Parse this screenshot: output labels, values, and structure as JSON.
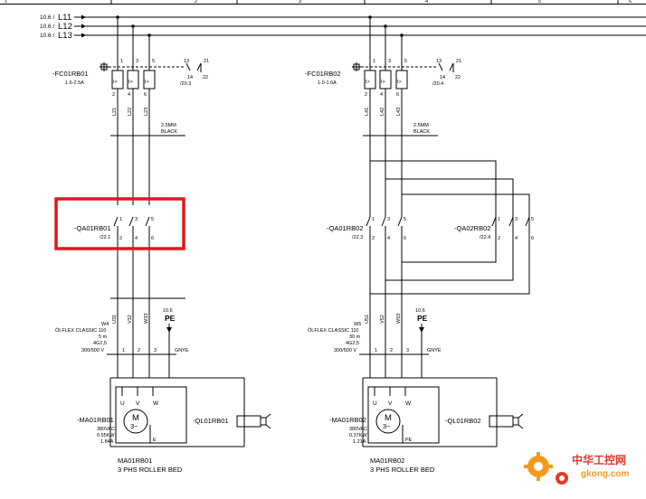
{
  "header_columns": [
    "1",
    "2",
    "3",
    "4",
    "5",
    "6"
  ],
  "supply": {
    "lines": [
      {
        "ref": "10.6 /",
        "label": "L11"
      },
      {
        "ref": "10.6 /",
        "label": "L12"
      },
      {
        "ref": "10.6 /",
        "label": "L13"
      }
    ]
  },
  "circuit1": {
    "breaker": {
      "name": "-FC01RB01",
      "rating": "1.6-2.5A",
      "aux_top": [
        "13",
        "21"
      ],
      "aux_bottom": [
        "14",
        "22"
      ],
      "aux_ref": "/20.3"
    },
    "breaker_terminals_top": [
      "1",
      "3",
      "5"
    ],
    "breaker_terminals_bottom": [
      "2",
      "4",
      "6"
    ],
    "trip_symbols": [
      "I>",
      "I>",
      "I>"
    ],
    "wires_upper": [
      "L21",
      "L22",
      "L23"
    ],
    "cable_note": [
      "2.5MM",
      "BLACK"
    ],
    "contactor": {
      "name": "-QA01RB01",
      "ref": "/22.1",
      "top": [
        "1",
        "3",
        "5"
      ],
      "bottom": [
        "2",
        "4",
        "6"
      ]
    },
    "wires_lower": [
      "U31",
      "V32",
      "W33"
    ],
    "pe": {
      "ref": "10.6",
      "label": "PE"
    },
    "cable": {
      "id": "W4",
      "type": "ÖLFLEX CLASSIC 110",
      "length": "5 m",
      "cores": "4G2,5",
      "voltage": "300/500 V",
      "cores_nums": [
        "1",
        "2",
        "3"
      ],
      "gnye": "GNYE"
    },
    "motor": {
      "name": "-MA01RB01",
      "volt": "380VAC",
      "power": "0.55KW",
      "current": "1.84A",
      "symbol": "M",
      "phase": "3~",
      "terms": [
        "U",
        "V",
        "W"
      ],
      "earth": "E"
    },
    "sensor": {
      "name": "-QL01RB01"
    },
    "caption": [
      "MA01RB01",
      "3 PHS ROLLER BED"
    ]
  },
  "circuit2": {
    "breaker": {
      "name": "-FC01RB02",
      "rating": "1.0-1.6A",
      "aux_top": [
        "13",
        "21"
      ],
      "aux_bottom": [
        "14",
        "22"
      ],
      "aux_ref": "/20.4"
    },
    "breaker_terminals_top": [
      "1",
      "3",
      "5"
    ],
    "breaker_terminals_bottom": [
      "2",
      "4",
      "6"
    ],
    "trip_symbols": [
      "I>",
      "I>",
      "I>"
    ],
    "wires_upper": [
      "L41",
      "L42",
      "L43"
    ],
    "cable_note": [
      "2.5MM",
      "BLACK"
    ],
    "contactor": {
      "name": "-QA01RB02",
      "ref": "/22.3",
      "top": [
        "1",
        "3",
        "5"
      ],
      "bottom": [
        "2",
        "4",
        "6"
      ]
    },
    "contactor2": {
      "name": "-QA02RB02",
      "ref": "/22.4",
      "top": [
        "1",
        "3",
        "5"
      ],
      "bottom": [
        "2",
        "4",
        "6"
      ]
    },
    "wires_lower": [
      "U51",
      "V52",
      "W53"
    ],
    "pe": {
      "ref": "10.6",
      "label": "PE"
    },
    "cable": {
      "id": "W5",
      "type": "ÖLFLEX CLASSIC 110",
      "length": "30 m",
      "cores": "4G2,5",
      "voltage": "300/500 V",
      "cores_nums": [
        "1",
        "2",
        "3"
      ],
      "gnye": "GNYE"
    },
    "motor": {
      "name": "-MA01RB02",
      "volt": "380VAC",
      "power": "0.37KW",
      "current": "1.21A",
      "symbol": "M",
      "phase": "3~",
      "terms": [
        "U",
        "V",
        "W"
      ],
      "earth": "PE"
    },
    "sensor": {
      "name": "-QL01RB02"
    },
    "caption": [
      "MA01RB02",
      "3 PHS ROLLER BED"
    ]
  },
  "watermark": {
    "cn": "中华工控网",
    "url": "gkong.com"
  },
  "colors": {
    "highlight": "#e0181b",
    "logo_orange": "#f39a1e",
    "logo_red": "#e03a2b"
  }
}
